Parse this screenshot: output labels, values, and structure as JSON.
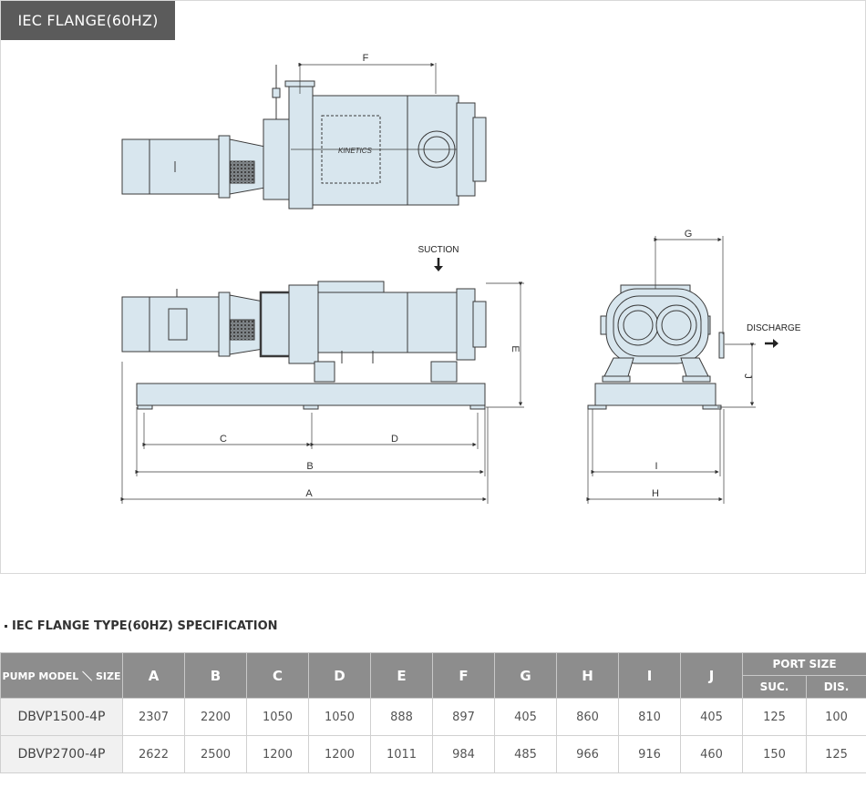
{
  "drawing": {
    "tab_title": "IEC FLANGE(60HZ)",
    "labels": {
      "suction": "SUCTION",
      "discharge": "DISCHARGE",
      "A": "A",
      "B": "B",
      "C": "C",
      "D": "D",
      "E": "E",
      "F": "F",
      "G": "G",
      "H": "H",
      "I": "I",
      "J": "J"
    }
  },
  "spec": {
    "title": "IEC FLANGE TYPE(60HZ) SPECIFICATION",
    "header": {
      "model": "PUMP MODEL ＼ SIZE",
      "cols": [
        "A",
        "B",
        "C",
        "D",
        "E",
        "F",
        "G",
        "H",
        "I",
        "J"
      ],
      "port": "PORT SIZE",
      "suc": "SUC.",
      "dis": "DIS."
    },
    "rows": [
      {
        "model": "DBVP1500-4P",
        "A": "2307",
        "B": "2200",
        "C": "1050",
        "D": "1050",
        "E": "888",
        "F": "897",
        "G": "405",
        "H": "860",
        "I": "810",
        "J": "405",
        "SUC": "125",
        "DIS": "100"
      },
      {
        "model": "DBVP2700-4P",
        "A": "2622",
        "B": "2500",
        "C": "1200",
        "D": "1200",
        "E": "1011",
        "F": "984",
        "G": "485",
        "H": "966",
        "I": "916",
        "J": "460",
        "SUC": "150",
        "DIS": "125"
      }
    ]
  }
}
